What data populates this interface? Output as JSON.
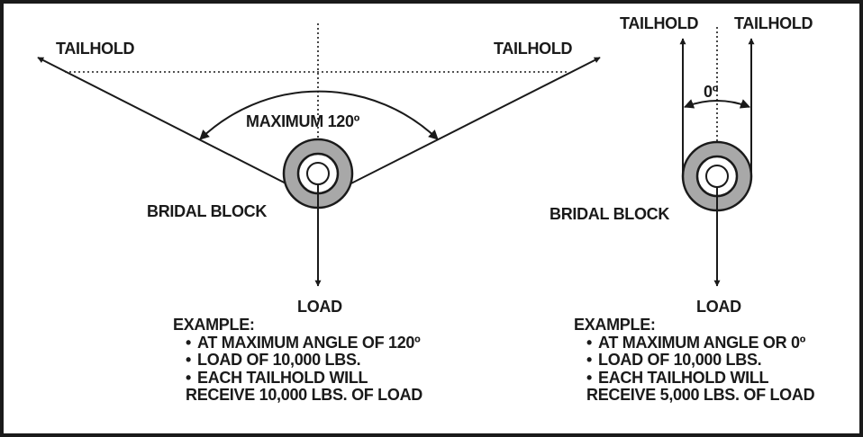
{
  "left_diagram": {
    "tailhold_left": "TAILHOLD",
    "tailhold_right": "TAILHOLD",
    "angle_label": "MAXIMUM 120º",
    "block_label": "BRIDAL BLOCK",
    "load_label": "LOAD",
    "example": {
      "title": "EXAMPLE:",
      "items": [
        "AT MAXIMUM ANGLE OF 120º",
        "LOAD OF 10,000 LBS.",
        "EACH TAILHOLD WILL"
      ],
      "continuation": "RECEIVE 10,000 LBS. OF LOAD"
    }
  },
  "right_diagram": {
    "tailhold_left": "TAILHOLD",
    "tailhold_right": "TAILHOLD",
    "angle_label": "0º",
    "block_label": "BRIDAL BLOCK",
    "load_label": "LOAD",
    "example": {
      "title": "EXAMPLE:",
      "items": [
        "AT MAXIMUM ANGLE OR 0º",
        "LOAD OF 10,000 LBS.",
        "EACH TAILHOLD WILL"
      ],
      "continuation": "RECEIVE 5,000 LBS. OF LOAD"
    }
  },
  "colors": {
    "line": "#1a1a1a",
    "block_fill": "#a8a8a8",
    "sheave_fill": "#ffffff"
  }
}
